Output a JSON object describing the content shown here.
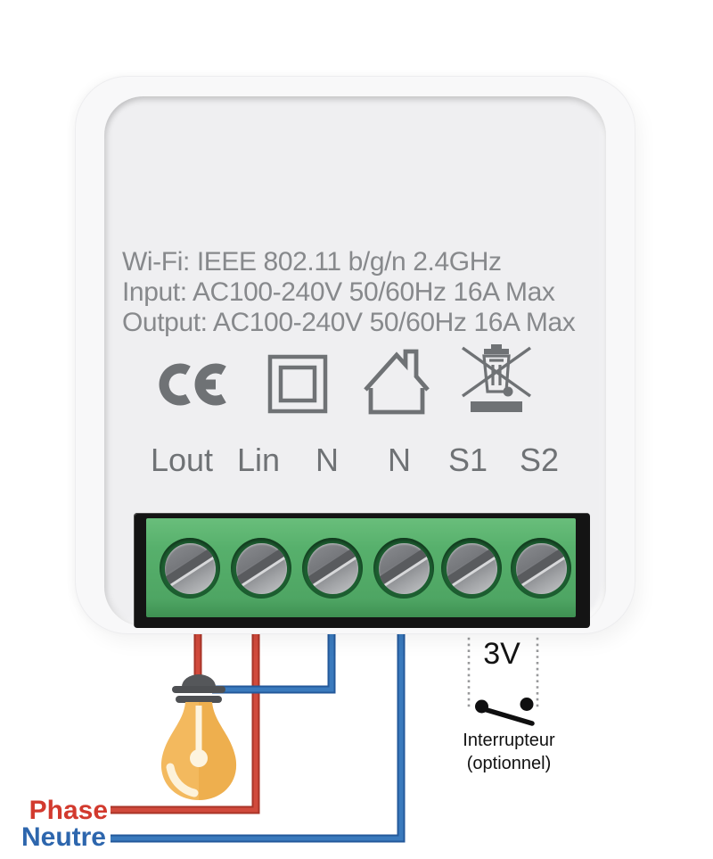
{
  "device": {
    "specs": [
      "Wi-Fi: IEEE 802.11 b/g/n 2.4GHz",
      "Input: AC100-240V 50/60Hz 16A Max",
      "Output: AC100-240V 50/60Hz 16A Max"
    ],
    "certification_icons": [
      "ce-mark-icon",
      "class-ii-insulation-icon",
      "indoor-use-house-icon",
      "weee-crossed-bin-icon"
    ],
    "terminals": [
      "Lout",
      "Lin",
      "N",
      "N",
      "S1",
      "S2"
    ]
  },
  "wiring": {
    "phase_label": "Phase",
    "neutre_label": "Neutre",
    "switch_voltage": "3V",
    "switch_caption": [
      "Interrupteur",
      "(optionnel)"
    ]
  },
  "colors": {
    "phase_red": "#cf3a30",
    "neutre_blue": "#2f6cb3",
    "terminal_green": "#57b06c",
    "spec_text_gray": "#87898c",
    "icon_gray": "#6f7275"
  }
}
